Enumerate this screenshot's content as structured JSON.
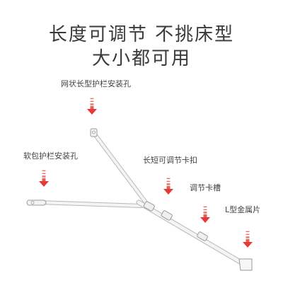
{
  "headline": {
    "line1": "长度可调节 不挑床型",
    "line2": "大小都可用"
  },
  "labels": {
    "mesh_guard_hole": "网状长型护栏安装孔",
    "soft_guard_hole": "软包护栏安装孔",
    "length_clip": "长短可调节卡扣",
    "adjust_slot": "调节卡槽",
    "l_bracket": "L型金属片"
  },
  "colors": {
    "arrow": "#e53935",
    "frame": "#f4f4f4",
    "frame_edge": "#b8b8b8",
    "text": "#444444"
  },
  "icons": [
    "down-arrow-icon"
  ]
}
